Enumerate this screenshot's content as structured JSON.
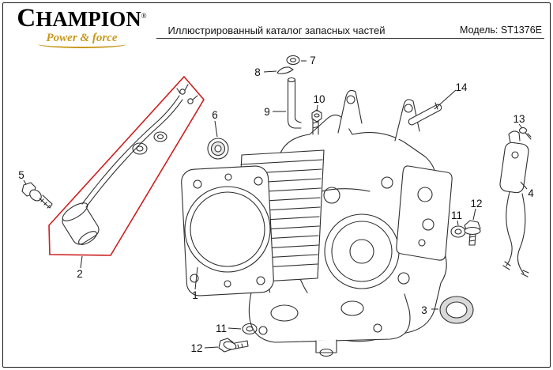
{
  "header": {
    "brand": "CHAMPION",
    "brand_reg": "®",
    "brand_sub": "Power & force",
    "title": "Иллюстрированный каталог запасных частей",
    "model_label": "Модель:",
    "model_value": "ST1376E"
  },
  "diagram": {
    "highlight_color": "#cc1f1f",
    "callouts": [
      {
        "n": "7"
      },
      {
        "n": "8"
      },
      {
        "n": "9"
      },
      {
        "n": "10"
      },
      {
        "n": "14"
      },
      {
        "n": "13"
      },
      {
        "n": "6"
      },
      {
        "n": "5"
      },
      {
        "n": "4"
      },
      {
        "n": "2"
      },
      {
        "n": "1"
      },
      {
        "n": "11"
      },
      {
        "n": "12"
      },
      {
        "n": "3"
      },
      {
        "n": "11"
      },
      {
        "n": "12"
      }
    ]
  }
}
